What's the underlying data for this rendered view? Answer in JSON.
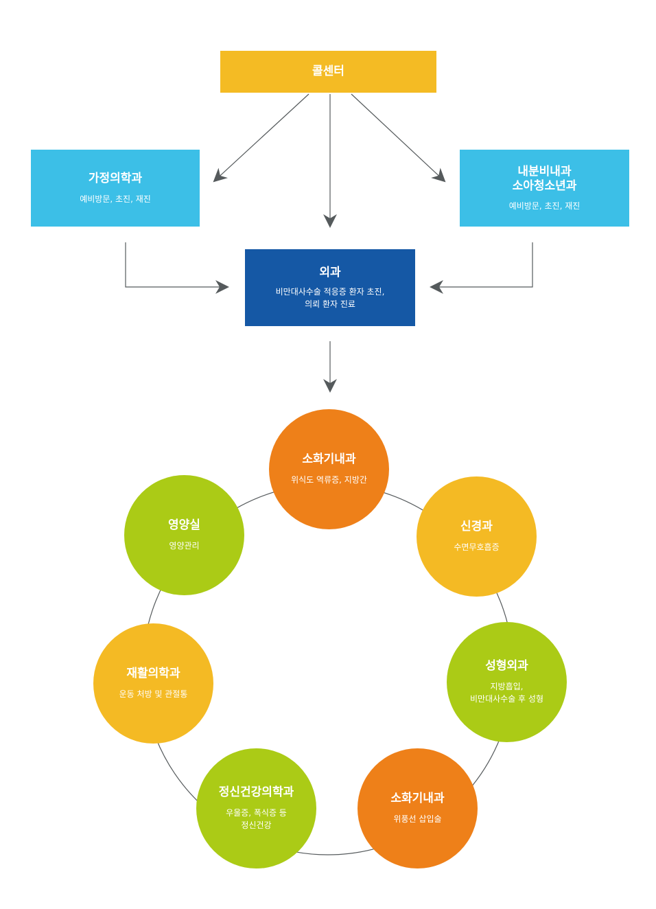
{
  "colors": {
    "callcenter": "#f4bb24",
    "dept_box": "#3cbfe7",
    "surgery_box": "#1558a5",
    "orange": "#ee8019",
    "yellow": "#f4ba24",
    "green": "#abcb16",
    "arrow": "#555a5c",
    "ring": "#555a5c"
  },
  "callcenter": {
    "title": "콜센터"
  },
  "family": {
    "title": "가정의학과",
    "sub": "예비방문, 초진, 재진"
  },
  "endo": {
    "title_line1": "내분비내과",
    "title_line2": "소아청소년과",
    "sub": "예비방문, 초진, 재진"
  },
  "surgery": {
    "title": "외과",
    "sub_line1": "비만대사수술 적응증 환자 초진,",
    "sub_line2": "의뢰 환자 진료"
  },
  "circles": [
    {
      "title": "소화기내과",
      "sub_line1": "위식도 역류증, 지방간",
      "sub_line2": "",
      "color": "orange"
    },
    {
      "title": "신경과",
      "sub_line1": "수면무호흡증",
      "sub_line2": "",
      "color": "yellow"
    },
    {
      "title": "성형외과",
      "sub_line1": "지방흡입,",
      "sub_line2": "비만대사수술 후 성형",
      "color": "green"
    },
    {
      "title": "소화기내과",
      "sub_line1": "위풍선 삽입술",
      "sub_line2": "",
      "color": "orange"
    },
    {
      "title": "정신건강의학과",
      "sub_line1": "우울증, 폭식증 등",
      "sub_line2": "정신건강",
      "color": "green"
    },
    {
      "title": "재활의학과",
      "sub_line1": "운동 처방 및 관절통",
      "sub_line2": "",
      "color": "yellow"
    },
    {
      "title": "영양실",
      "sub_line1": "영양관리",
      "sub_line2": "",
      "color": "green"
    }
  ]
}
